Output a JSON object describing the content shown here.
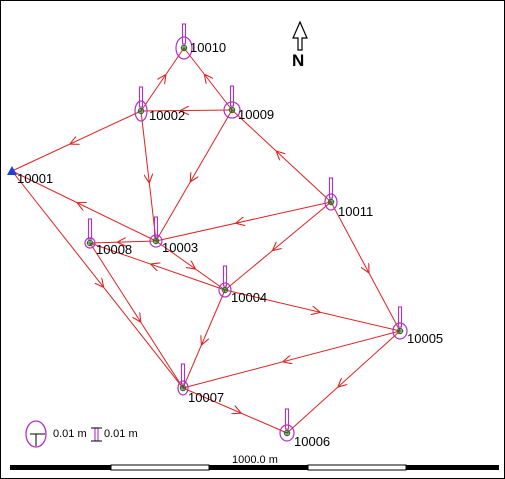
{
  "north_label": "N",
  "legend": {
    "ellipse_scale": "0.01 m",
    "bar_scale": "0.01 m"
  },
  "scale_bar": {
    "label": "1000.0 m"
  },
  "colors": {
    "observation": "#dd2222",
    "ellipse": "#b030c8",
    "point_marker": "#2d6d2d",
    "fixed_point": "#1f3fd8",
    "text": "#000000"
  },
  "network": {
    "points": [
      {
        "id": "10001",
        "fixed": true
      },
      {
        "id": "10002"
      },
      {
        "id": "10003"
      },
      {
        "id": "10004"
      },
      {
        "id": "10005"
      },
      {
        "id": "10006"
      },
      {
        "id": "10007"
      },
      {
        "id": "10008"
      },
      {
        "id": "10009"
      },
      {
        "id": "10010"
      },
      {
        "id": "10011"
      }
    ],
    "observations": [
      {
        "from": "10002",
        "to": "10010"
      },
      {
        "from": "10009",
        "to": "10010"
      },
      {
        "from": "10009",
        "to": "10002"
      },
      {
        "from": "10002",
        "to": "10001"
      },
      {
        "from": "10002",
        "to": "10003"
      },
      {
        "from": "10009",
        "to": "10003"
      },
      {
        "from": "10011",
        "to": "10009"
      },
      {
        "from": "10011",
        "to": "10003"
      },
      {
        "from": "10011",
        "to": "10004"
      },
      {
        "from": "10011",
        "to": "10005"
      },
      {
        "from": "10003",
        "to": "10001"
      },
      {
        "from": "10003",
        "to": "10008"
      },
      {
        "from": "10004",
        "to": "10008"
      },
      {
        "from": "10003",
        "to": "10004"
      },
      {
        "from": "10004",
        "to": "10005"
      },
      {
        "from": "10004",
        "to": "10007"
      },
      {
        "from": "10001",
        "to": "10007"
      },
      {
        "from": "10008",
        "to": "10007"
      },
      {
        "from": "10005",
        "to": "10007"
      },
      {
        "from": "10007",
        "to": "10006"
      },
      {
        "from": "10005",
        "to": "10006"
      }
    ]
  }
}
